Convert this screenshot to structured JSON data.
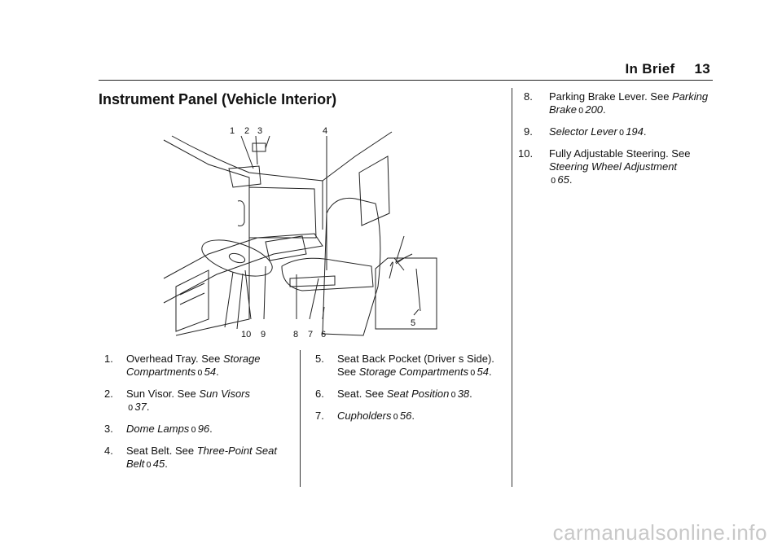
{
  "header": {
    "section": "In Brief",
    "page_number": "13"
  },
  "title": "Instrument Panel (Vehicle Interior)",
  "illustration": {
    "callouts": [
      "1",
      "2",
      "3",
      "4",
      "5",
      "6",
      "7",
      "8",
      "9",
      "10"
    ]
  },
  "items": [
    {
      "num": "1.",
      "text": "Overhead Tray. See ",
      "ref": "Storage Compartments",
      "xref": "0",
      "page": "54",
      "end": "."
    },
    {
      "num": "2.",
      "text": "Sun Visor. See ",
      "ref": "Sun Visors",
      "xref": "0",
      "page": "37",
      "end": "."
    },
    {
      "num": "3.",
      "text": "",
      "ref": "Dome Lamps",
      "xref": "0",
      "page": "96",
      "end": "."
    },
    {
      "num": "4.",
      "text": "Seat Belt. See ",
      "ref": "Three-Point Seat Belt",
      "xref": "0",
      "page": "45",
      "end": "."
    },
    {
      "num": "5.",
      "text": "Seat Back Pocket (Driver s Side). See ",
      "ref": "Storage Compartments",
      "xref": "0",
      "page": "54",
      "end": "."
    },
    {
      "num": "6.",
      "text": "Seat. See ",
      "ref": "Seat Position",
      "xref": "0",
      "page": "38",
      "end": "."
    },
    {
      "num": "7.",
      "text": "",
      "ref": "Cupholders",
      "xref": "0",
      "page": "56",
      "end": "."
    },
    {
      "num": "8.",
      "text": "Parking Brake Lever. See ",
      "ref": "Parking Brake",
      "xref": "0",
      "page": "200",
      "end": "."
    },
    {
      "num": "9.",
      "text": "",
      "ref": "Selector Lever",
      "xref": "0",
      "page": "194",
      "end": "."
    },
    {
      "num": "10.",
      "text": "Fully Adjustable Steering. See ",
      "ref": "Steering Wheel Adjustment",
      "xref": "0",
      "page": "65",
      "end": "."
    }
  ],
  "watermark": "carmanualsonline.info"
}
